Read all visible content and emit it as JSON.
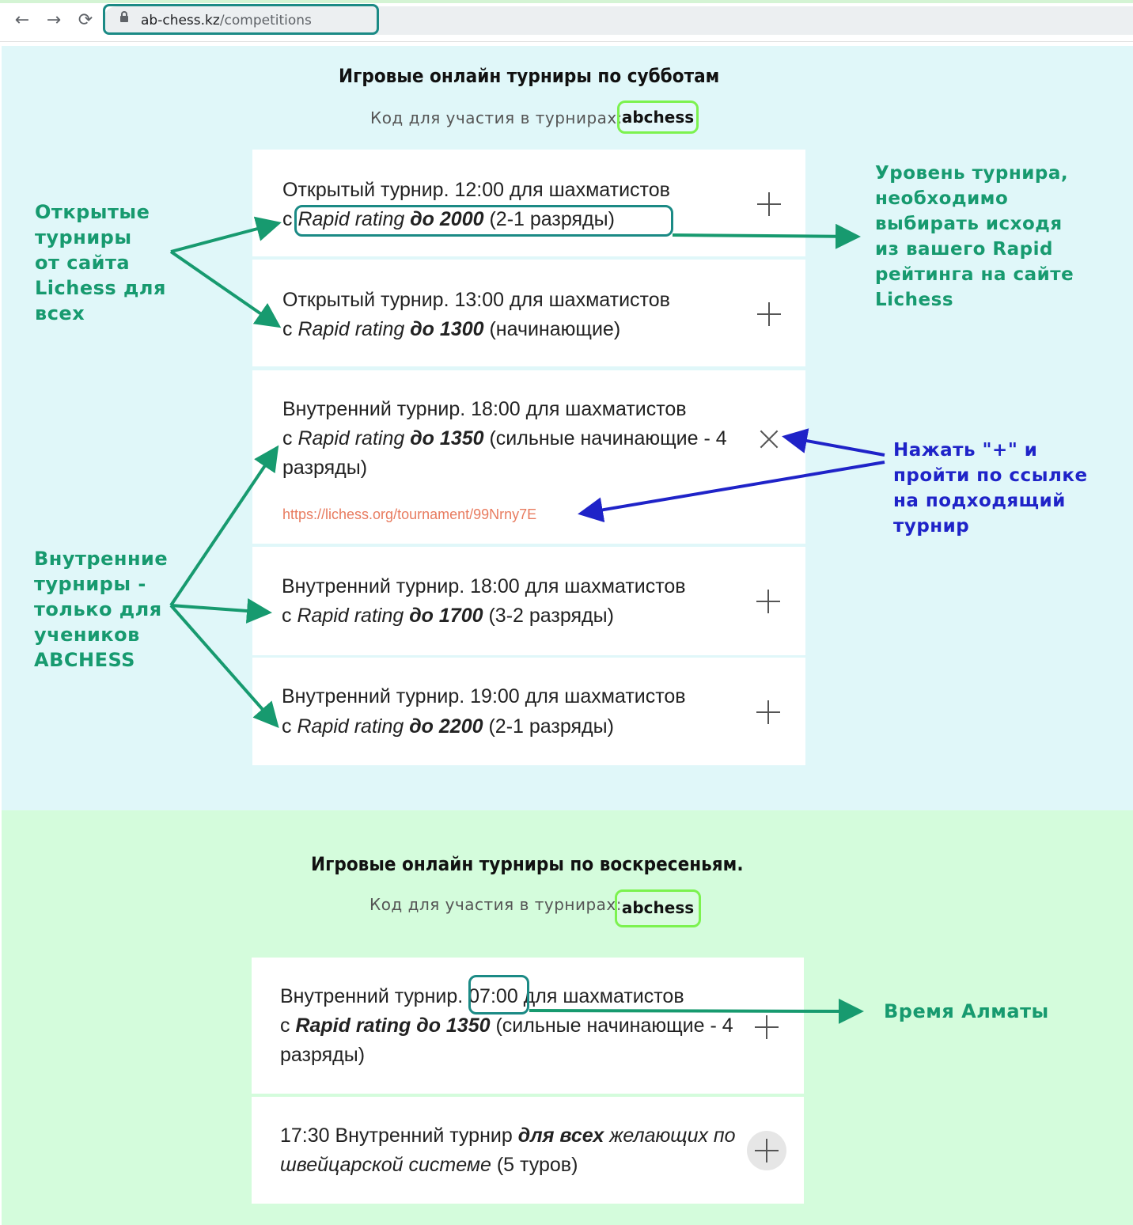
{
  "browser": {
    "back_icon": "←",
    "forward_icon": "→",
    "reload_icon": "⟳",
    "url_domain": "ab-chess.kz",
    "url_path": "/competitions"
  },
  "saturday": {
    "title": "Игровые онлайн турниры по субботам",
    "code_label": "Код для участия в турнирах:",
    "code_value": "abchess",
    "cards": [
      {
        "line1": "Открытый турнир. 12:00 для шахматистов",
        "prefix": "с ",
        "rating": "Rapid rating",
        "limit": "до 2000",
        "suffix": " (2-1 разряды)"
      },
      {
        "line1": "Открытый турнир. 13:00 для шахматистов",
        "prefix": "с ",
        "rating": "Rapid rating",
        "limit": "до 1300",
        "suffix": " (начинающие)"
      },
      {
        "line1": "Внутренний турнир. 18:00 для шахматистов",
        "prefix": "с ",
        "rating": "Rapid rating",
        "limit": "до 1350",
        "suffix": " (сильные начинающие - 4",
        "line3": "разряды)",
        "link": "https://lichess.org/tournament/99Nrny7E"
      },
      {
        "line1": "Внутренний турнир. 18:00 для шахматистов",
        "prefix": "с ",
        "rating": "Rapid rating",
        "limit": "до 1700",
        "suffix": " (3-2 разряды)"
      },
      {
        "line1": "Внутренний турнир. 19:00 для шахматистов",
        "prefix": "с ",
        "rating": "Rapid rating",
        "limit": "до 2200",
        "suffix": " (2-1 разряды)"
      }
    ]
  },
  "sunday": {
    "title": "Игровые онлайн турниры по воскресеньям.",
    "code_label": "Код для участия в турнирах:",
    "code_value": "abchess",
    "card1": {
      "line1_a": "Внутренний турнир. ",
      "time": "07:00",
      "line1_b": " для шахматистов",
      "prefix": "с ",
      "rating_limit": "Rapid rating до 1350",
      "suffix": " (сильные начинающие - 4",
      "line3": "разряды)"
    },
    "card2": {
      "lead": "17:30 Внутренний турнир ",
      "bold": "для всех",
      "italic1": " желающих по",
      "italic2": "швейцарской системе",
      "suffix": " (5 туров)"
    }
  },
  "annotations": {
    "open_tournaments": [
      "Открытые",
      "турниры",
      "от сайта",
      "Lichess для",
      "всех"
    ],
    "internal_tournaments": [
      "Внутренние",
      "турниры -",
      "только для",
      "учеников",
      "ABCHESS"
    ],
    "level": [
      "Уровень турнира,",
      "необходимо",
      "выбирать исходя",
      "из вашего Rapid",
      "рейтинга на сайте",
      "Lichess"
    ],
    "press_plus": [
      "Нажать \"+\" и",
      "пройти по ссылке",
      "на подходящий",
      "турнир"
    ],
    "almaty_time": "Время Алматы"
  },
  "colors": {
    "annotation_green": "#179a6f",
    "annotation_blue": "#1f23c8",
    "highlight_teal": "#1b8a85",
    "code_highlight": "#7cf24f",
    "link": "#e87b5f"
  }
}
